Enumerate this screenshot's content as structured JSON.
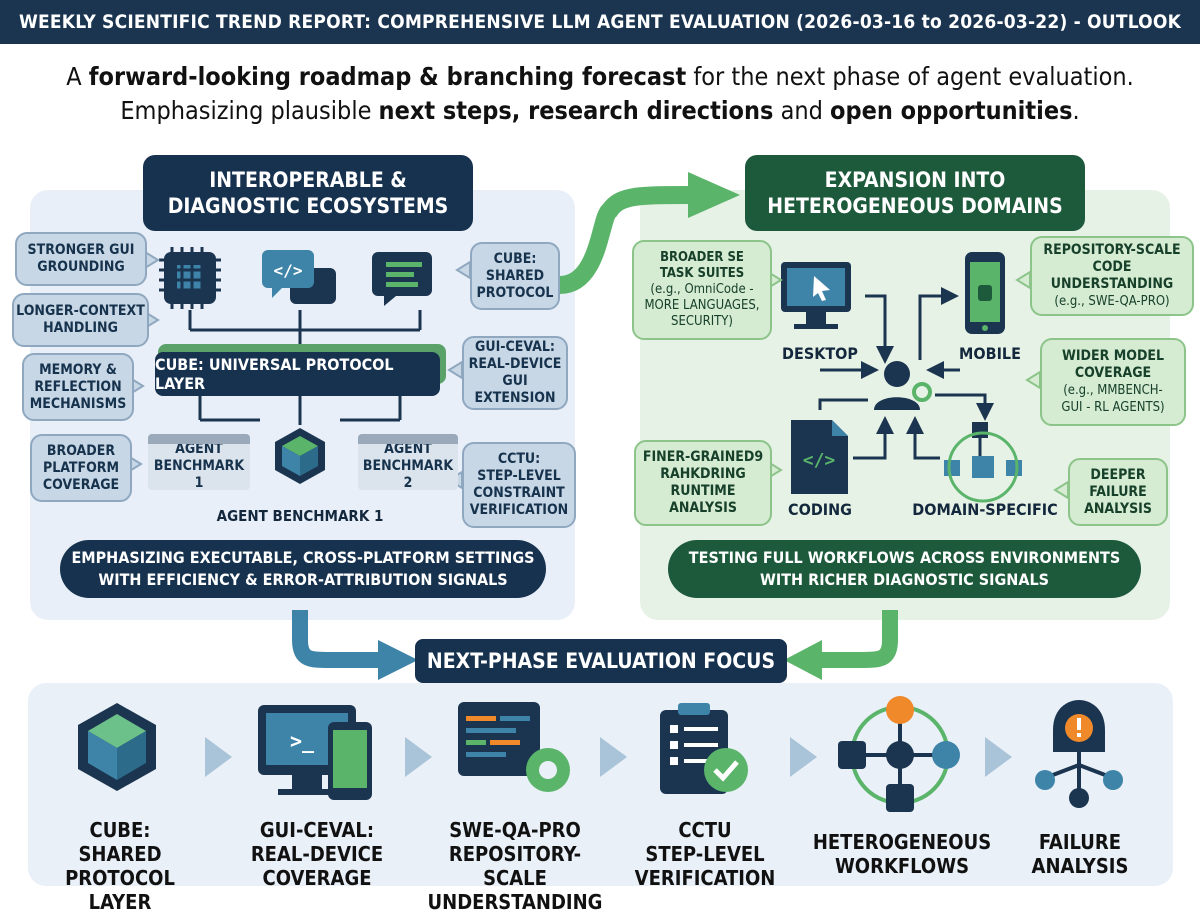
{
  "header": {
    "title": "WEEKLY SCIENTIFIC TREND REPORT: COMPREHENSIVE LLM AGENT EVALUATION (2026-03-16 to 2026-03-22) - OUTLOOK"
  },
  "subtitle": {
    "l1_a": "A ",
    "l1_b": "forward-looking roadmap & branching forecast",
    "l1_c": " for the next phase of agent evaluation.",
    "l2_a": "Emphasizing plausible ",
    "l2_b": "next steps, research directions",
    "l2_c": " and ",
    "l2_d": "open opportunities",
    "l2_e": "."
  },
  "left": {
    "header_l1": "INTEROPERABLE &",
    "header_l2": "DIAGNOSTIC ECOSYSTEMS",
    "b1_l1": "STRONGER GUI",
    "b1_l2": "GROUNDING",
    "b2_l1": "LONGER-CONTEXT",
    "b2_l2": "HANDLING",
    "b3_l1": "MEMORY &",
    "b3_l2": "REFLECTION",
    "b3_l3": "MECHANISMS",
    "b4_l1": "BROADER",
    "b4_l2": "PLATFORM",
    "b4_l3": "COVERAGE",
    "r1_l1": "CUBE:",
    "r1_l2": "SHARED",
    "r1_l3": "PROTOCOL",
    "r2_l1": "GUI-CEVAL:",
    "r2_l2": "REAL-DEVICE",
    "r2_l3": "GUI EXTENSION",
    "r3_l1": "CCTU:",
    "r3_l2": "STEP-LEVEL",
    "r3_l3": "CONSTRAINT",
    "r3_l4": "VERIFICATION",
    "cube_bar": "CUBE: UNIVERSAL PROTOCOL LAYER",
    "bench1_l1": "AGENT",
    "bench1_l2": "BENCHMARK 1",
    "bench2_l1": "AGENT",
    "bench2_l2": "BENCHMARK 2",
    "bench_caption": "AGENT BENCHMARK 1",
    "pill_l1": "EMPHASIZING EXECUTABLE, CROSS-PLATFORM SETTINGS",
    "pill_l2": "WITH EFFICIENCY & ERROR-ATTRIBUTION SIGNALS"
  },
  "right": {
    "header_l1": "EXPANSION INTO",
    "header_l2": "HETEROGENEOUS DOMAINS",
    "g1_l1": "BROADER SE",
    "g1_l2": "TASK SUITES",
    "g1_l3": "(e.g., OmniCode -",
    "g1_l4": "MORE LANGUAGES,",
    "g1_l5": "SECURITY)",
    "g2_l1": "FINER-GRAINED9",
    "g2_l2": "RAHKDRING",
    "g2_l3": "RUNTIME",
    "g2_l4": "ANALYSIS",
    "g3_l1": "REPOSITORY-SCALE",
    "g3_l2": "CODE UNDERSTANDING",
    "g3_l3": "(e.g., SWE-QA-PRO)",
    "g4_l1": "WIDER MODEL",
    "g4_l2": "COVERAGE",
    "g4_l3": "(e.g., MMBENCH-",
    "g4_l4": "GUI - RL AGENTS)",
    "g5_l1": "DEEPER",
    "g5_l2": "FAILURE",
    "g5_l3": "ANALYSIS",
    "desktop": "DESKTOP",
    "mobile": "MOBILE",
    "coding": "CODING",
    "domain": "DOMAIN-SPECIFIC",
    "pill_l1": "TESTING FULL WORKFLOWS ACROSS ENVIRONMENTS",
    "pill_l2": "WITH RICHER DIAGNOSTIC SIGNALS"
  },
  "focus": "NEXT-PHASE EVALUATION FOCUS",
  "bottom": [
    {
      "l1": "CUBE:",
      "l2": "SHARED",
      "l3": "PROTOCOL LAYER"
    },
    {
      "l1": "GUI-CEVAL:",
      "l2": "REAL-DEVICE",
      "l3": "COVERAGE"
    },
    {
      "l1": "SWE-QA-PRO",
      "l2": "REPOSITORY-SCALE",
      "l3": "UNDERSTANDING"
    },
    {
      "l1": "CCTU",
      "l2": "STEP-LEVEL",
      "l3": "VERIFICATION"
    },
    {
      "l1": "HETEROGENEOUS",
      "l2": "WORKFLOWS"
    },
    {
      "l1": "FAILURE",
      "l2": "ANALYSIS"
    }
  ],
  "colors": {
    "navy": "#17324f",
    "green": "#1d5a3c",
    "teal": "#3d84a8",
    "lightgreen": "#5ab46a",
    "orange": "#f0892a"
  }
}
